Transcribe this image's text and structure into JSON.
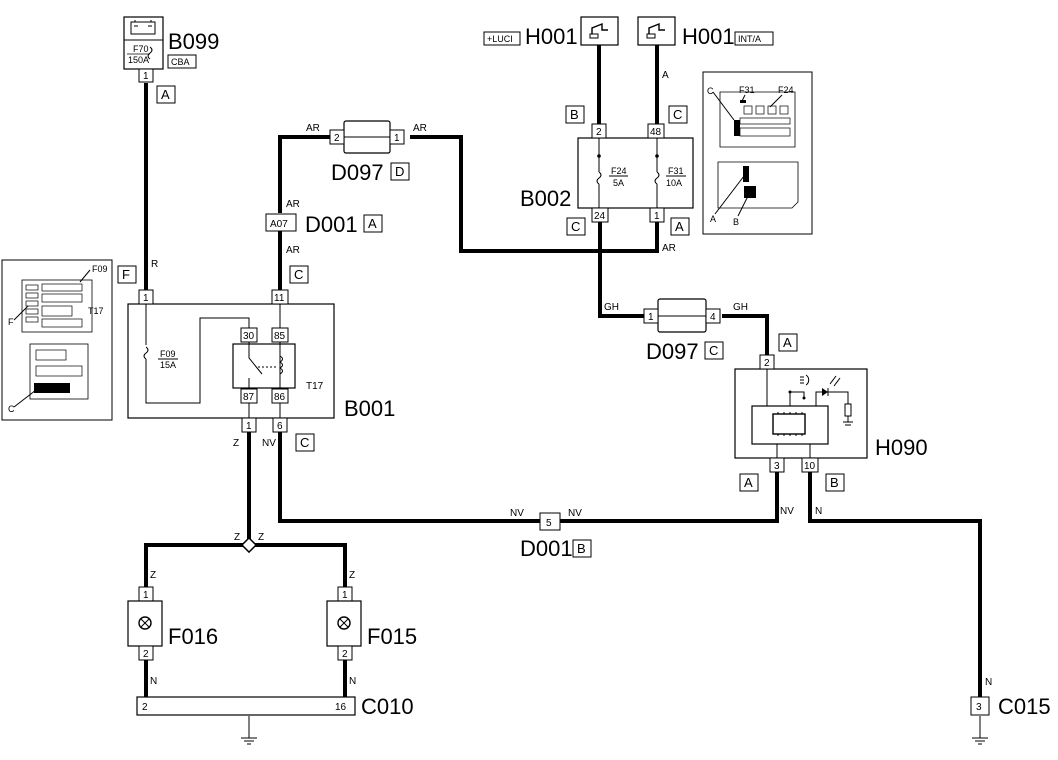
{
  "components": {
    "b099": {
      "code": "B099",
      "fuse_id": "F70",
      "fuse_rating": "150A",
      "tag": "CBA",
      "pin": "1",
      "loc": "A"
    },
    "b001": {
      "code": "B001",
      "fuse_id": "F09",
      "fuse_rating": "15A",
      "relay": "T17",
      "pins": [
        "1",
        "11",
        "30",
        "85",
        "87",
        "86",
        "1",
        "6"
      ],
      "loc_in": "F",
      "loc_top": "C",
      "loc_bottom": "C"
    },
    "b002": {
      "code": "B002",
      "f24_id": "F24",
      "f24_rating": "5A",
      "f31_id": "F31",
      "f31_rating": "10A",
      "pins": [
        "2",
        "48",
        "24",
        "1"
      ],
      "locs": [
        "B",
        "C",
        "C",
        "A"
      ]
    },
    "d097_top": {
      "code": "D097",
      "loc": "D",
      "pin_left": "2",
      "pin_right": "1"
    },
    "d097_mid": {
      "code": "D097",
      "loc": "C",
      "pin_left": "1",
      "pin_right": "4"
    },
    "d001_top": {
      "code": "D001",
      "loc": "A",
      "pin": "A07"
    },
    "d001_bottom": {
      "code": "D001",
      "loc": "B",
      "pin": "5"
    },
    "h001_left": {
      "code": "H001",
      "tag": "+LUCI"
    },
    "h001_right": {
      "code": "H001",
      "tag": "INT/A"
    },
    "h090": {
      "code": "H090",
      "pins": [
        "2",
        "3",
        "10"
      ],
      "locs": [
        "A",
        "A",
        "B"
      ]
    },
    "f016": {
      "code": "F016",
      "pins": [
        "1",
        "2"
      ]
    },
    "f015": {
      "code": "F015",
      "pins": [
        "1",
        "2"
      ]
    },
    "c010": {
      "code": "C010",
      "pin_left": "2",
      "pin_right": "16"
    },
    "c015": {
      "code": "C015",
      "pin": "3"
    }
  },
  "wire_colors": {
    "r": "R",
    "ar": "AR",
    "z": "Z",
    "nv": "NV",
    "gh": "GH",
    "n": "N",
    "a": "A"
  },
  "insets": {
    "left": {
      "f09": "F09",
      "t17": "T17",
      "f": "F",
      "c": "C"
    },
    "right": {
      "c": "C",
      "f31": "F31",
      "f24": "F24",
      "a": "A",
      "b": "B"
    }
  }
}
